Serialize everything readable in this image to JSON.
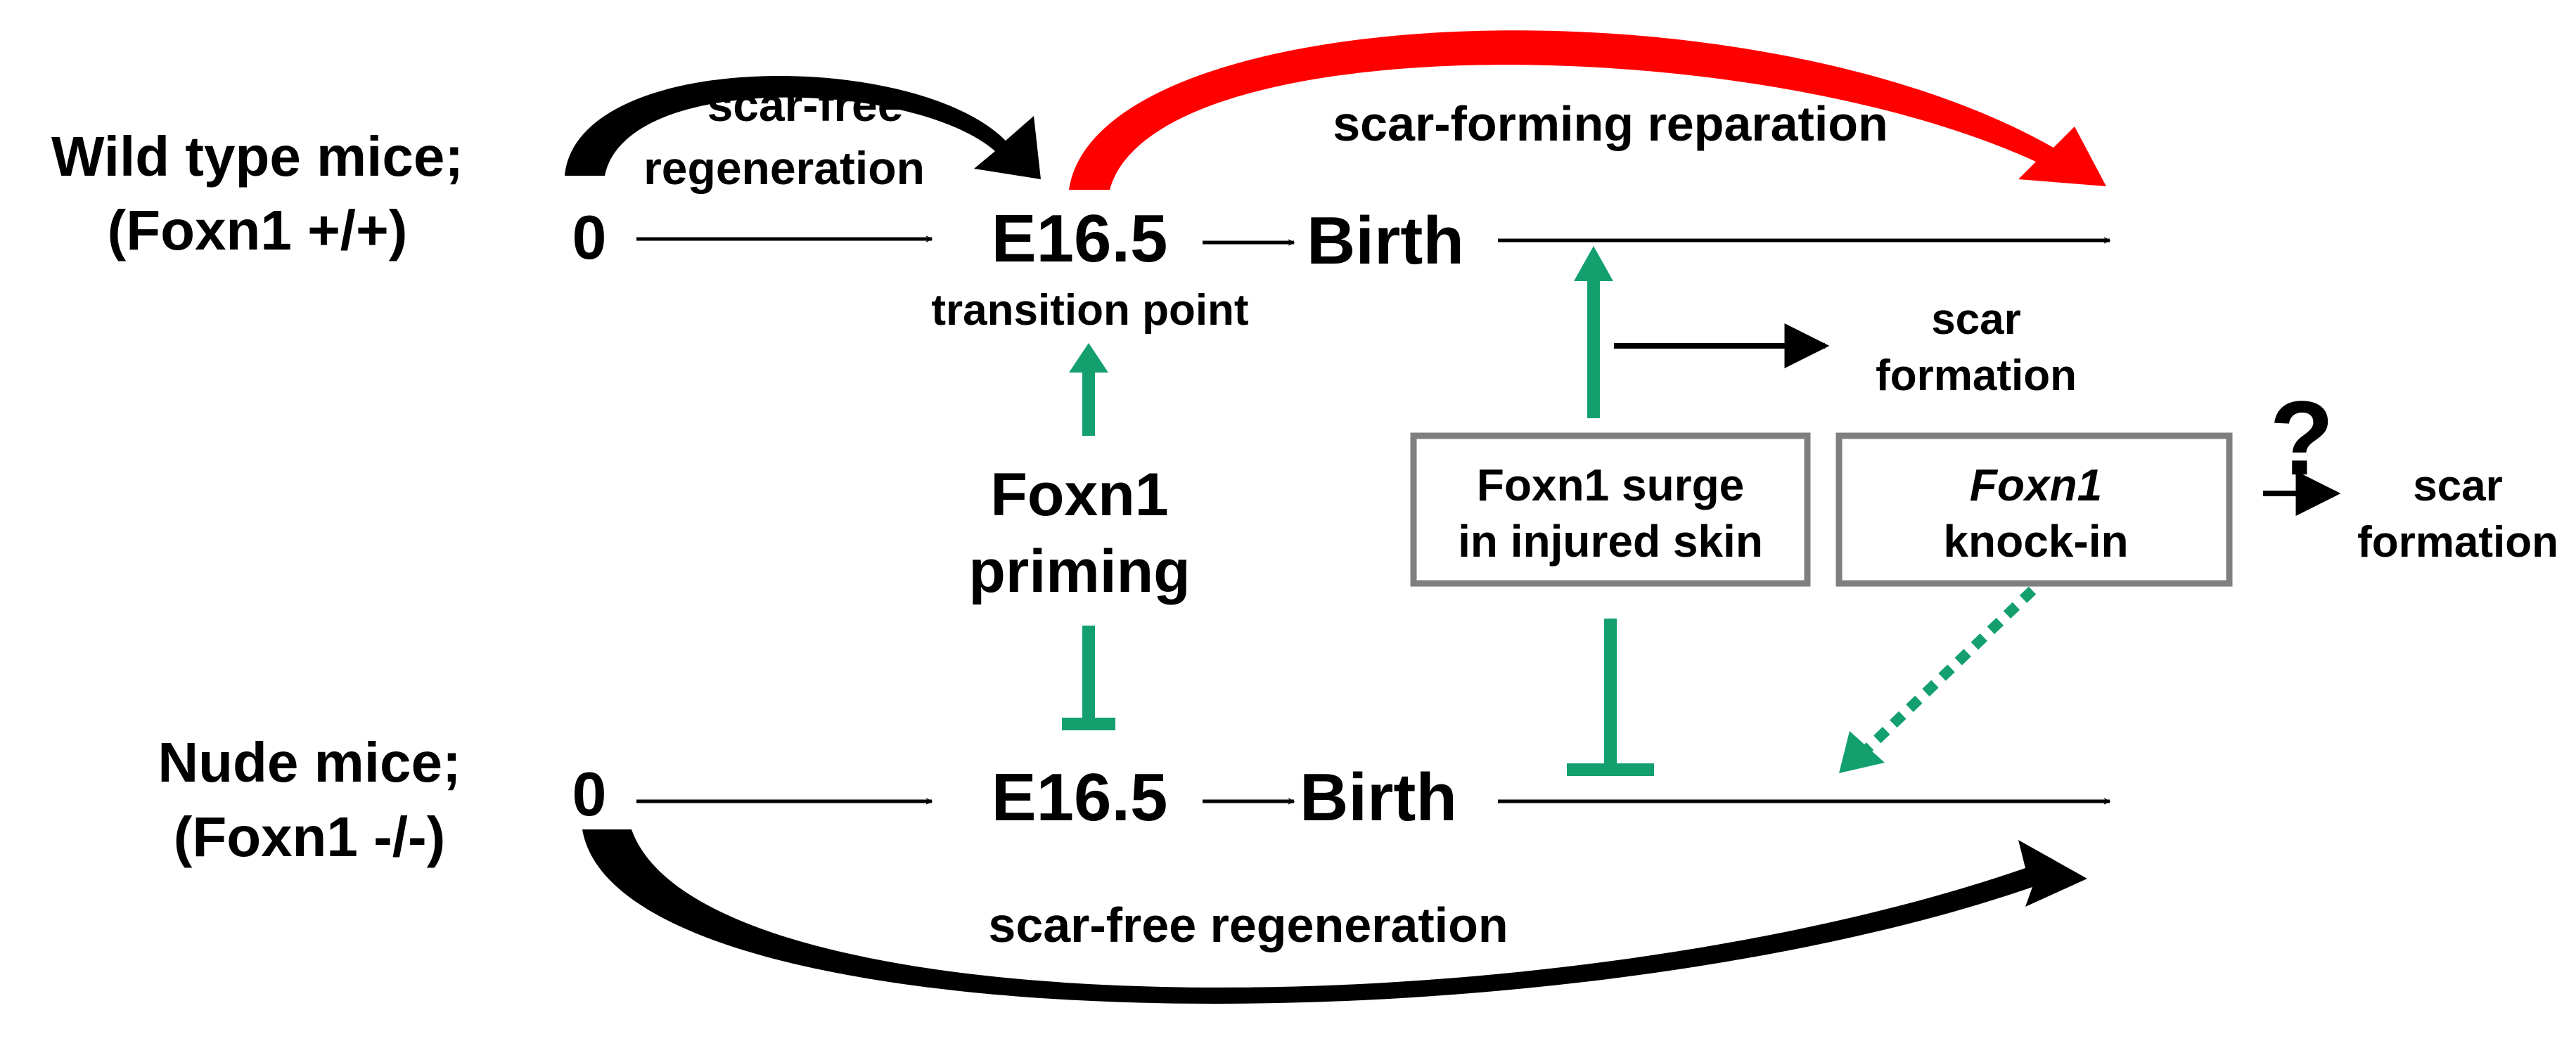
{
  "colors": {
    "ink": "#000000",
    "red": "#ff0000",
    "green": "#13a06e"
  },
  "rows": {
    "wild_type": {
      "label_line1": "Wild type mice;",
      "label_line2": "(Foxn1 +/+)",
      "start": "0",
      "stage": "E16.5",
      "birth": "Birth",
      "transition": "transition point"
    },
    "nude": {
      "label_line1": "Nude mice;",
      "label_line2": "(Foxn1 -/-)",
      "start": "0",
      "stage": "E16.5",
      "birth": "Birth"
    }
  },
  "curves": {
    "wt_early_line1": "scar-free",
    "wt_early_line2": "regeneration",
    "wt_late": "scar-forming reparation",
    "nude": "scar-free regeneration"
  },
  "priming": {
    "line1": "Foxn1",
    "line2": "priming"
  },
  "surge_box": {
    "line1": "Foxn1 surge",
    "line2": "in injured skin"
  },
  "knockin_box": {
    "line1": "Foxn1",
    "line2": "knock-in"
  },
  "scar_outcome_1": {
    "line1": "scar",
    "line2": "formation"
  },
  "scar_outcome_2": {
    "question": "?",
    "line1": "scar",
    "line2": "formation"
  }
}
